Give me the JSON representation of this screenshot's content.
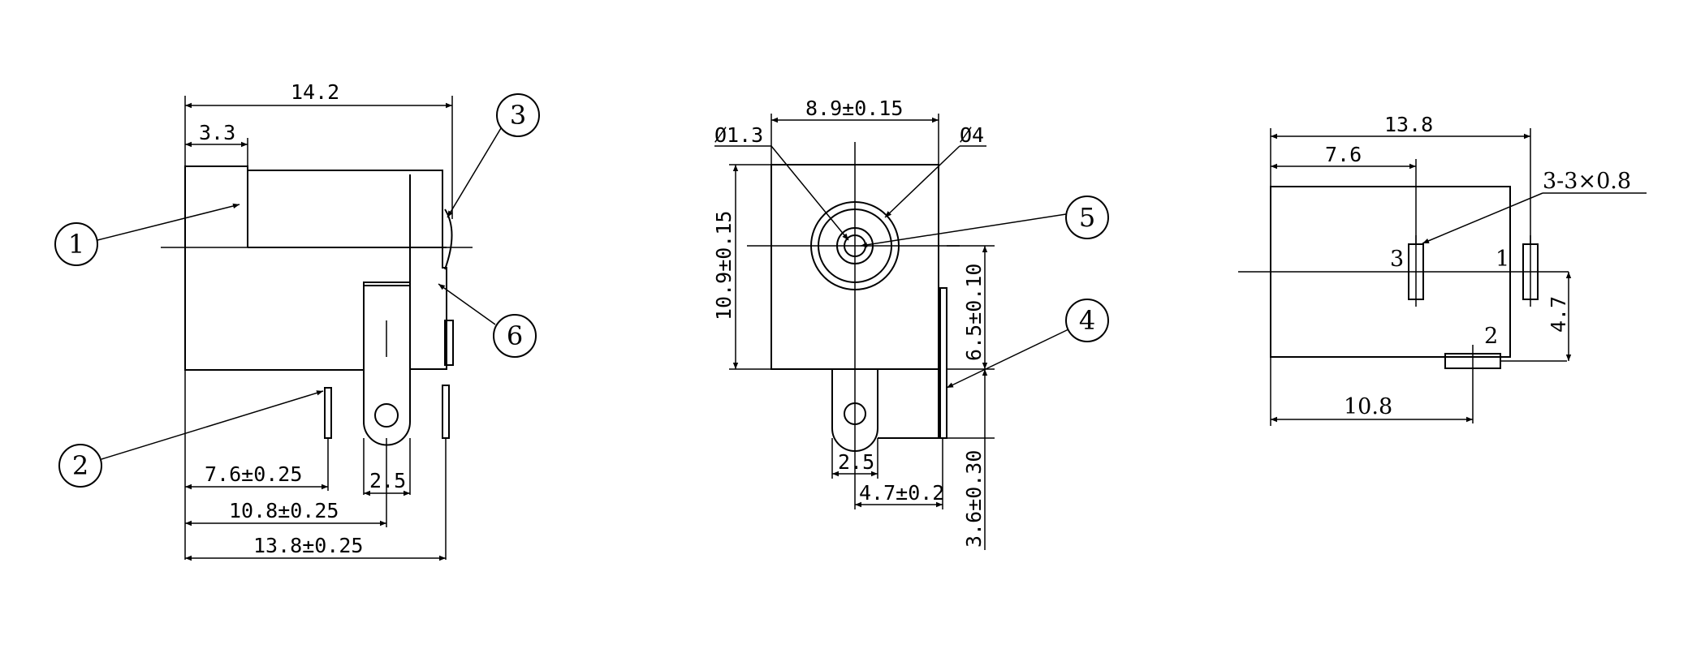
{
  "side_view": {
    "dimensions": {
      "overall_length": "14.2",
      "front_step": "3.3",
      "pin2_position": "7.6±0.25",
      "pin1_position": "10.8±0.25",
      "pin3_position": "13.8±0.25",
      "lug_width": "2.5"
    },
    "callouts": [
      "1",
      "2",
      "3",
      "6"
    ]
  },
  "front_view": {
    "dimensions": {
      "width": "8.9±0.15",
      "height": "10.9±0.15",
      "center_hole": "Ø1.3",
      "outer_hole": "Ø4",
      "center_height": "6.5±0.10",
      "pin_length": "3.6±0.30",
      "lug_width": "2.5",
      "lug_offset": "4.7±0.2"
    },
    "callouts": [
      "5",
      "4"
    ]
  },
  "pcb_view": {
    "dimensions": {
      "overall": "13.8",
      "pin3_offset": "7.6",
      "slot_spec": "3-3×0.8",
      "pin2_offset": "10.8",
      "pin2_vertical": "4.7"
    },
    "pin_labels": [
      "3",
      "1",
      "2"
    ]
  },
  "icons": [
    "arrowhead-icon",
    "callout-circle-icon"
  ]
}
